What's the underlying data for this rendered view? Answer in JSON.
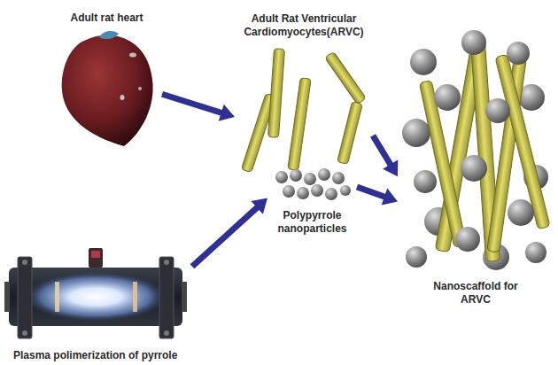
{
  "diagram": {
    "nodes": [
      {
        "text": [
          "Adult rat heart"
        ]
      },
      {
        "text": [
          "Adult Rat Ventricular Cardiomyocytes(ARVC)"
        ]
      },
      {
        "text": [
          "Polypyrrole nanoparticles"
        ]
      },
      {
        "text": [
          "Nanoscaffold for ARVC"
        ]
      },
      {
        "text": [
          "Plasma polimerization of pyrrole"
        ]
      }
    ],
    "edges": [
      {
        "from": 0,
        "to": 1,
        "arrow": "to"
      },
      {
        "from": 1,
        "to": 3,
        "arrow": "to"
      },
      {
        "from": 4,
        "to": 2,
        "arrow": "to"
      },
      {
        "from": 2,
        "to": 3,
        "arrow": "to"
      }
    ]
  }
}
